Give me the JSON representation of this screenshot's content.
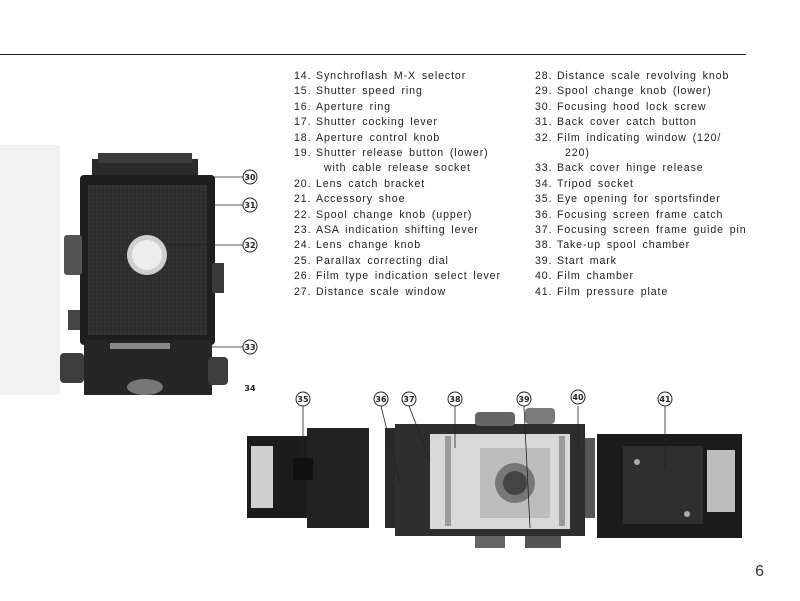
{
  "parts_left": [
    {
      "num": "14.",
      "text": "Synchroflash  M-X  selector"
    },
    {
      "num": "15.",
      "text": "Shutter  speed  ring"
    },
    {
      "num": "16.",
      "text": "Aperture  ring"
    },
    {
      "num": "17.",
      "text": "Shutter  cocking  lever"
    },
    {
      "num": "18.",
      "text": "Aperture  control  knob"
    },
    {
      "num": "19.",
      "text": "Shutter  release  button  (lower)",
      "cont": "with cable release socket"
    },
    {
      "num": "20.",
      "text": "Lens  catch  bracket"
    },
    {
      "num": "21.",
      "text": "Accessory  shoe"
    },
    {
      "num": "22.",
      "text": "Spool  change  knob  (upper)"
    },
    {
      "num": "23.",
      "text": "ASA   indication  shifting  lever"
    },
    {
      "num": "24.",
      "text": "Lens  change  knob"
    },
    {
      "num": "25.",
      "text": "Parallax  correcting  dial"
    },
    {
      "num": "26.",
      "text": "Film  type  indication  select  lever"
    },
    {
      "num": "27.",
      "text": "Distance  scale  window"
    }
  ],
  "parts_right": [
    {
      "num": "28.",
      "text": "Distance  scale  revolving  knob"
    },
    {
      "num": "29.",
      "text": "Spool  change  knob  (lower)"
    },
    {
      "num": "30.",
      "text": "Focusing  hood  lock  screw"
    },
    {
      "num": "31.",
      "text": "Back  cover  catch  button"
    },
    {
      "num": "32.",
      "text": "Film   indicating   window   (120/",
      "cont": "220)"
    },
    {
      "num": "33.",
      "text": "Back  cover  hinge  release"
    },
    {
      "num": "34.",
      "text": "Tripod   socket"
    },
    {
      "num": "35.",
      "text": "Eye  opening  for  sportsfinder"
    },
    {
      "num": "36.",
      "text": "Focusing  screen  frame  catch"
    },
    {
      "num": "37.",
      "text": "Focusing  screen  frame  guide  pin"
    },
    {
      "num": "38.",
      "text": "Take-up   spool  chamber"
    },
    {
      "num": "39.",
      "text": "Start   mark"
    },
    {
      "num": "40.",
      "text": "Film   chamber"
    },
    {
      "num": "41.",
      "text": "Film  pressure  plate"
    }
  ],
  "callouts_back": [
    "30",
    "31",
    "32",
    "33",
    "34"
  ],
  "callouts_open": [
    "35",
    "36",
    "37",
    "38",
    "39",
    "40",
    "41"
  ],
  "page_number": "6"
}
